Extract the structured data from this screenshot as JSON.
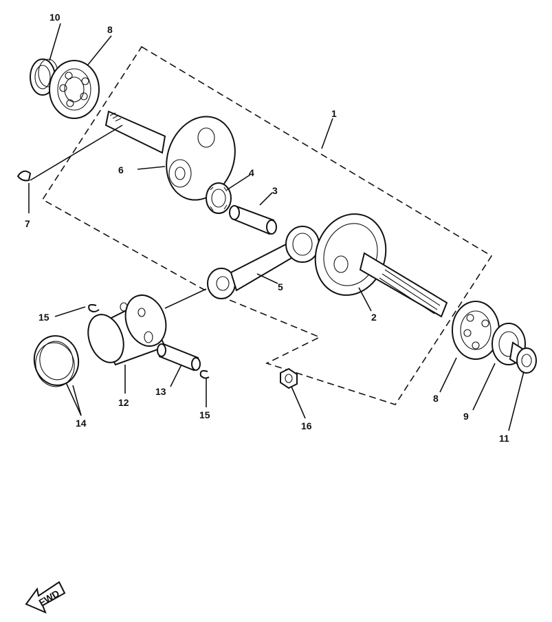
{
  "callouts": {
    "c1": "1",
    "c2": "2",
    "c3": "3",
    "c4": "4",
    "c5": "5",
    "c6": "6",
    "c7": "7",
    "c8a": "8",
    "c8b": "8",
    "c9": "9",
    "c10": "10",
    "c11": "11",
    "c12": "12",
    "c13": "13",
    "c14": "14",
    "c15a": "15",
    "c15b": "15",
    "c16": "16"
  },
  "fwd_label": "FWD"
}
